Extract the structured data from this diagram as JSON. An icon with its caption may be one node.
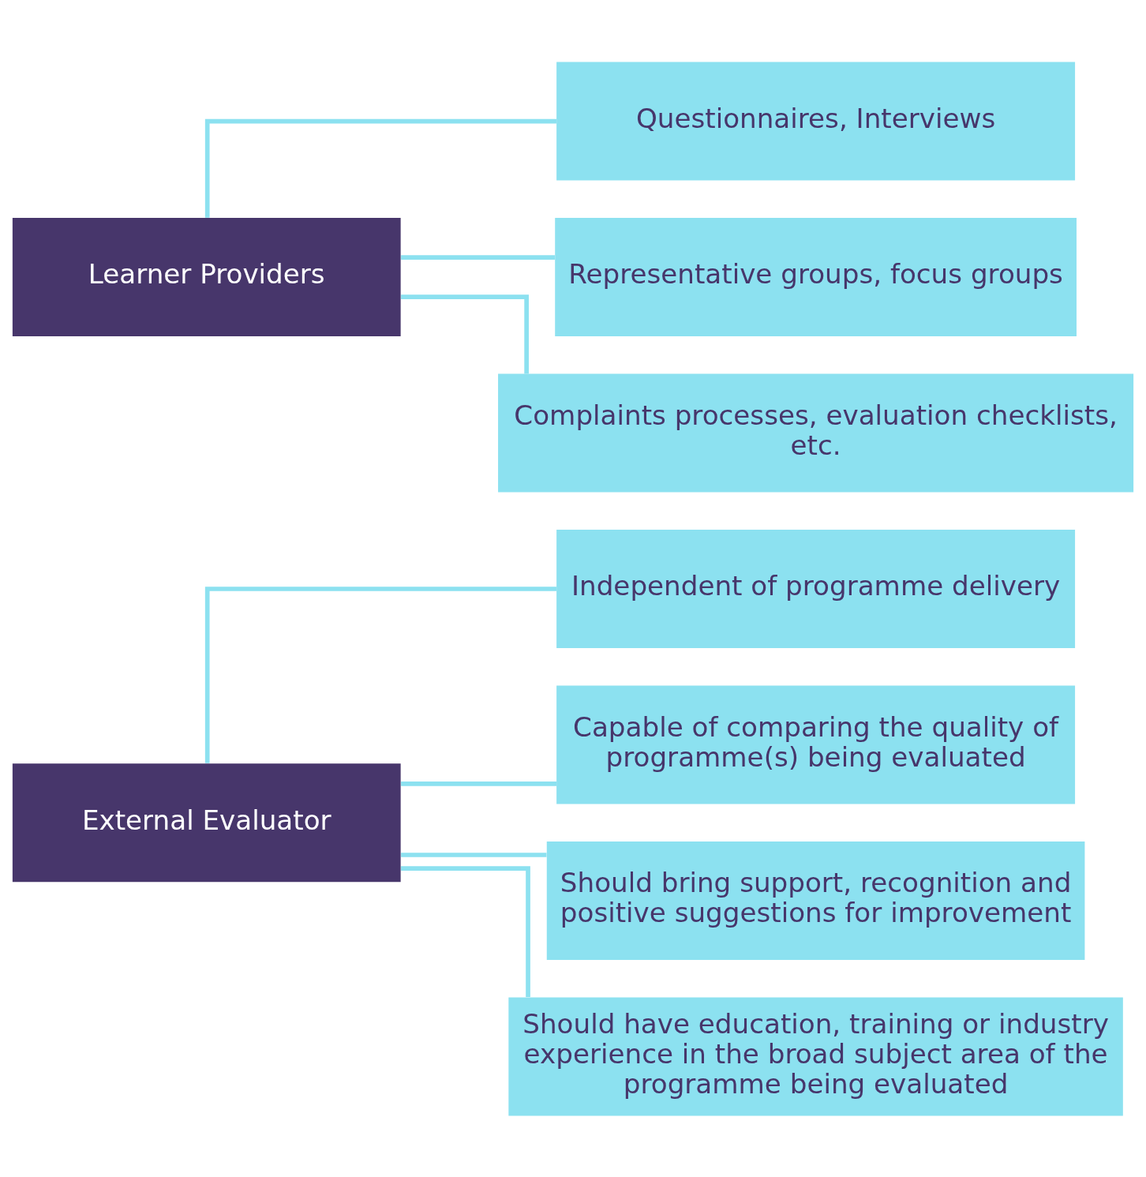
{
  "diagram": {
    "nodes": [
      {
        "text": [
          "External Evaluator"
        ]
      },
      {
        "text": [
          "Independent of programme delivery"
        ]
      },
      {
        "text": [
          "Capable of comparing the quality of programme(s) being evaluated"
        ]
      },
      {
        "text": [
          "Should bring support, recognition and positive suggestions for improvement"
        ]
      },
      {
        "text": [
          "Should have education, training or industry experience in the broad subject area of the programme being evaluated"
        ]
      },
      {
        "text": [
          "Learner Providers"
        ]
      },
      {
        "text": [
          "Questionnaires, Interviews"
        ]
      },
      {
        "text": [
          "Representative groups, focus groups"
        ]
      },
      {
        "text": [
          "Complaints processes, evaluation checklists, etc."
        ]
      }
    ],
    "edges": [
      {
        "from": 0,
        "to": 1,
        "arrow": "none"
      },
      {
        "from": 0,
        "to": 2,
        "arrow": "none"
      },
      {
        "from": 0,
        "to": 3,
        "arrow": "none"
      },
      {
        "from": 0,
        "to": 4,
        "arrow": "none"
      },
      {
        "from": 5,
        "to": 6,
        "arrow": "none"
      },
      {
        "from": 5,
        "to": 7,
        "arrow": "none"
      },
      {
        "from": 5,
        "to": 8,
        "arrow": "none"
      }
    ]
  }
}
